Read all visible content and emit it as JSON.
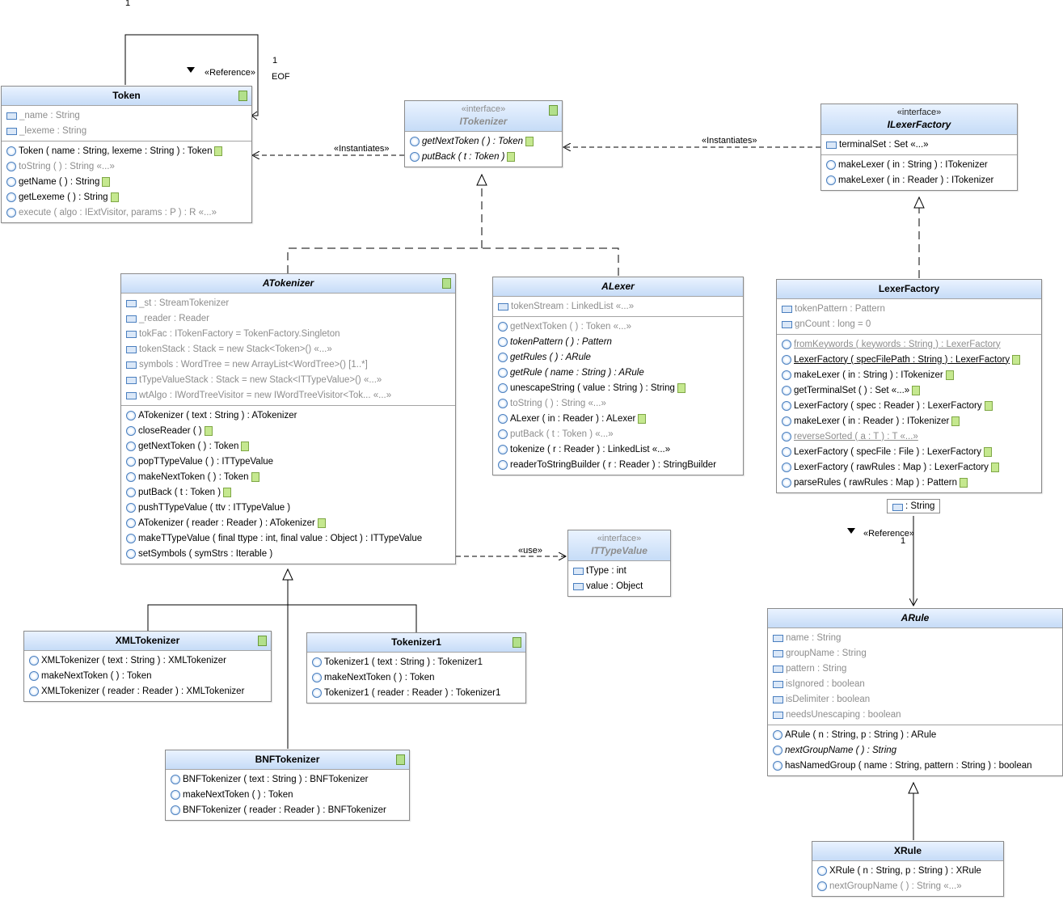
{
  "classes": {
    "token": {
      "name": "Token",
      "attributes": [
        "_name : String",
        "_lexeme : String"
      ],
      "operations": [
        "Token ( name : String, lexeme : String ) :  Token",
        "toString ( ) :  String «...»",
        "getName ( ) :  String",
        "getLexeme ( ) :  String",
        "execute ( algo : IExtVisitor, params : P ) :  R «...»"
      ]
    },
    "itokenizer": {
      "stereotype": "«interface»",
      "name": "ITokenizer",
      "operations": [
        "getNextToken ( ) :  Token",
        "putBack ( t : Token )"
      ]
    },
    "ilexerfactory": {
      "stereotype": "«interface»",
      "name": "ILexerFactory",
      "attributes": [
        "terminalSet : Set «...»"
      ],
      "operations": [
        "makeLexer ( in : String ) :  ITokenizer",
        "makeLexer ( in : Reader ) :  ITokenizer"
      ]
    },
    "atokenizer": {
      "name": "ATokenizer",
      "attributes": [
        "_st : StreamTokenizer",
        "_reader : Reader",
        "tokFac : ITokenFactory = TokenFactory.Singleton",
        "tokenStack : Stack = new Stack<Token>() «...»",
        "symbols : WordTree = new ArrayList<WordTree>() [1..*]",
        "tTypeValueStack : Stack = new Stack<ITTypeValue>() «...»",
        "wtAlgo : IWordTreeVisitor = new IWordTreeVisitor<Tok... «...»"
      ],
      "operations": [
        "ATokenizer ( text : String ) :  ATokenizer",
        "closeReader ( )",
        "getNextToken ( ) :  Token",
        "popTTypeValue ( ) :  ITTypeValue",
        "makeNextToken ( ) :  Token",
        "putBack ( t : Token )",
        "pushTTypeValue ( ttv : ITTypeValue )",
        "ATokenizer ( reader : Reader ) :  ATokenizer",
        "makeTTypeValue ( final ttype : int, final value : Object ) :  ITTypeValue",
        "setSymbols ( symStrs : Iterable )"
      ]
    },
    "alexer": {
      "name": "ALexer",
      "attributes": [
        "tokenStream : LinkedList «...»"
      ],
      "operations": [
        "getNextToken ( ) :  Token «...»",
        "tokenPattern ( ) :  Pattern",
        "getRules ( ) :  ARule",
        "getRule ( name : String ) :  ARule",
        "unescapeString ( value : String ) :  String",
        "toString ( ) :  String «...»",
        "ALexer ( in : Reader ) :  ALexer",
        "putBack ( t : Token ) «...»",
        "tokenize ( r : Reader ) :  LinkedList «...»",
        "readerToStringBuilder ( r : Reader ) :  StringBuilder"
      ]
    },
    "lexerfactory": {
      "name": "LexerFactory",
      "attributes": [
        "tokenPattern : Pattern",
        "gnCount : long = 0"
      ],
      "operations": [
        "fromKeywords ( keywords : String ) :  LexerFactory",
        "LexerFactory ( specFilePath : String ) :  LexerFactory",
        "makeLexer ( in : String ) :  ITokenizer",
        "getTerminalSet ( ) :  Set «...»",
        "LexerFactory ( spec : Reader ) :  LexerFactory",
        "makeLexer ( in : Reader ) :  ITokenizer",
        "reverseSorted ( a : T ) :  T «...»",
        "LexerFactory ( specFile : File ) :  LexerFactory",
        "LexerFactory ( rawRules : Map ) :  LexerFactory",
        "parseRules ( rawRules : Map ) :  Pattern"
      ],
      "attached": ": String"
    },
    "ittypevalue": {
      "stereotype": "«interface»",
      "name": "ITTypeValue",
      "attributes": [
        "tType : int",
        "value : Object"
      ]
    },
    "xmltokenizer": {
      "name": "XMLTokenizer",
      "operations": [
        "XMLTokenizer ( text : String ) :  XMLTokenizer",
        "makeNextToken ( ) :  Token",
        "XMLTokenizer ( reader : Reader ) :  XMLTokenizer"
      ]
    },
    "tokenizer1": {
      "name": "Tokenizer1",
      "operations": [
        "Tokenizer1 ( text : String ) :  Tokenizer1",
        "makeNextToken ( ) :  Token",
        "Tokenizer1 ( reader : Reader ) :  Tokenizer1"
      ]
    },
    "bnftokenizer": {
      "name": "BNFTokenizer",
      "operations": [
        "BNFTokenizer ( text : String ) :  BNFTokenizer",
        "makeNextToken ( ) :  Token",
        "BNFTokenizer ( reader : Reader ) :  BNFTokenizer"
      ]
    },
    "arule": {
      "name": "ARule",
      "attributes": [
        "name : String",
        "groupName : String",
        "pattern : String",
        "isIgnored : boolean",
        "isDelimiter : boolean",
        "needsUnescaping : boolean"
      ],
      "operations": [
        "ARule ( n : String, p : String ) :  ARule",
        "nextGroupName ( ) :  String",
        "hasNamedGroup ( name : String, pattern : String ) :  boolean"
      ]
    },
    "xrule": {
      "name": "XRule",
      "operations": [
        "XRule ( n : String, p : String ) :  XRule",
        "nextGroupName ( ) :  String «...»"
      ]
    }
  },
  "labels": {
    "self_mult_top": "1",
    "self_mult_right": "1",
    "self_role": "EOF",
    "reference_1": "«Reference»",
    "instantiates_1": "«Instantiates»",
    "instantiates_2": "«Instantiates»",
    "use": "«use»",
    "reference_2": "«Reference»",
    "rule_mult": "1"
  }
}
